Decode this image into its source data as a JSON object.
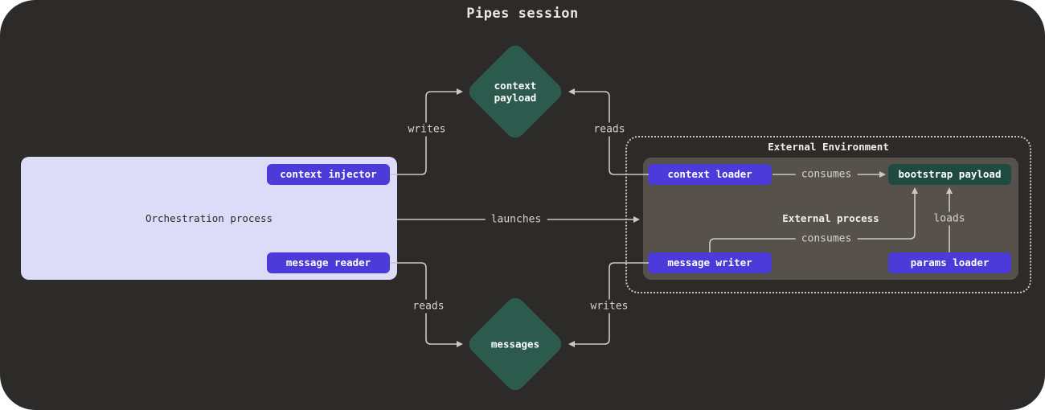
{
  "title": "Pipes session",
  "orchestration": {
    "label": "Orchestration process",
    "context_injector": "context injector",
    "message_reader": "message reader"
  },
  "external": {
    "env_label": "External Environment",
    "process_label": "External process",
    "context_loader": "context loader",
    "bootstrap_payload": "bootstrap payload",
    "message_writer": "message writer",
    "params_loader": "params loader"
  },
  "diamonds": {
    "context_payload": "context\npayload",
    "messages": "messages"
  },
  "edges": {
    "writes_top": "writes",
    "reads_top": "reads",
    "launches": "launches",
    "reads_bottom": "reads",
    "writes_bottom": "writes",
    "consumes_top": "consumes",
    "consumes_bottom": "consumes",
    "loads": "loads"
  },
  "colors": {
    "canvas_bg": "#2d2a2a",
    "orchestration_bg": "#dcdcf8",
    "node_purple": "#4c3ad9",
    "diamond_green": "#2c5b4d",
    "payload_dark_green": "#1e4a40",
    "external_process_gray": "#56524b",
    "line": "#cbc8c6",
    "text_light": "#e9e7e5"
  }
}
